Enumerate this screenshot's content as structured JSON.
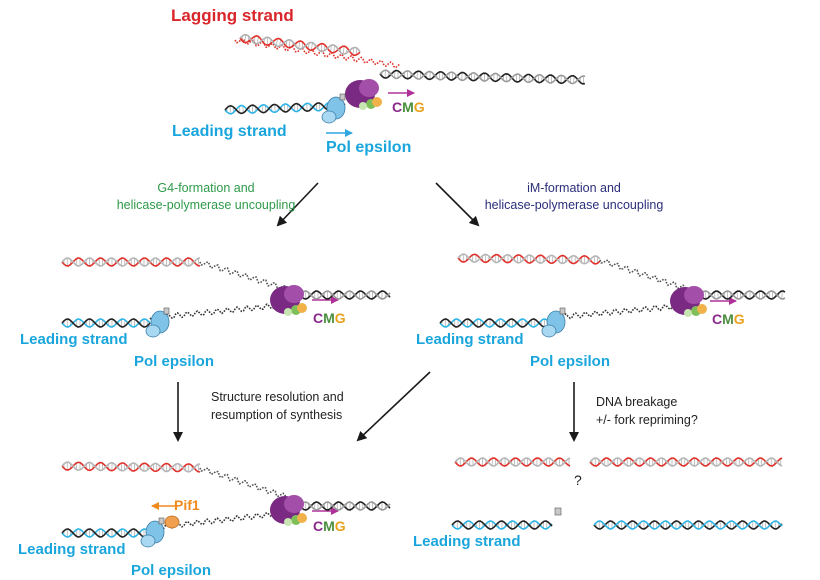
{
  "panel_top": {
    "lagging_strand": "Lagging strand",
    "leading_strand": "Leading strand",
    "pol_epsilon": "Pol epsilon",
    "cmg": {
      "c": "C",
      "m": "M",
      "g": "G"
    }
  },
  "arrows": {
    "left_label_line1": "G4-formation and",
    "left_label_line2": "helicase-polymerase uncoupling",
    "right_label_line1": "iM-formation and",
    "right_label_line2": "helicase-polymerase uncoupling",
    "resolution_line1": "Structure resolution and",
    "resolution_line2": "resumption of synthesis",
    "breakage_line1": "DNA breakage",
    "breakage_line2": "+/- fork repriming?"
  },
  "panel_mid_left": {
    "leading_strand": "Leading strand",
    "pol_epsilon": "Pol epsilon",
    "cmg": {
      "c": "C",
      "m": "M",
      "g": "G"
    }
  },
  "panel_mid_right": {
    "leading_strand": "Leading strand",
    "pol_epsilon": "Pol epsilon",
    "cmg": {
      "c": "C",
      "m": "M",
      "g": "G"
    }
  },
  "panel_bottom_left": {
    "pif1": "Pif1",
    "leading_strand": "Leading strand",
    "pol_epsilon": "Pol epsilon",
    "cmg": {
      "c": "C",
      "m": "M",
      "g": "G"
    }
  },
  "panel_bottom_right": {
    "question_mark": "?",
    "leading_strand": "Leading strand"
  },
  "colors": {
    "lagging": "#e0312b",
    "leading": "#2fb4e6",
    "parental": "#222222",
    "cmg_purple": "#7a2a82",
    "pol_blue": "#7fc3e8",
    "pif1_orange": "#f0a050",
    "arrow": "#1a1a1a"
  }
}
